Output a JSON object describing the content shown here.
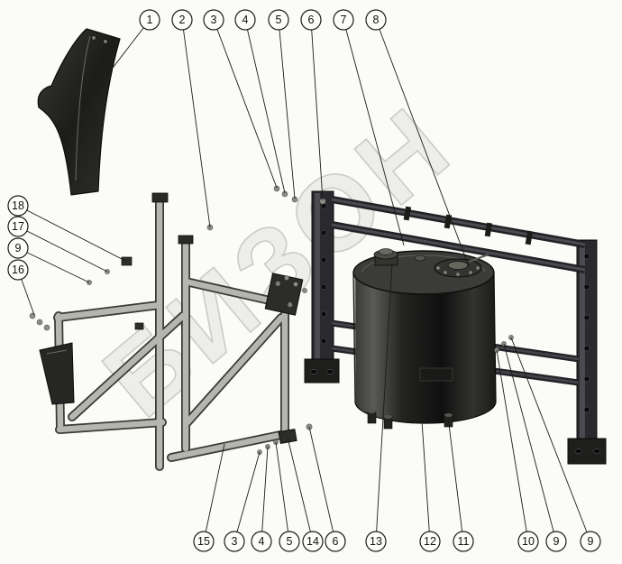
{
  "watermark": {
    "text": "БИЗОН"
  },
  "callouts": [
    {
      "id": "top-1",
      "label": "1"
    },
    {
      "id": "top-2",
      "label": "2"
    },
    {
      "id": "top-3",
      "label": "3"
    },
    {
      "id": "top-4",
      "label": "4"
    },
    {
      "id": "top-5",
      "label": "5"
    },
    {
      "id": "top-6",
      "label": "6"
    },
    {
      "id": "top-7",
      "label": "7"
    },
    {
      "id": "top-8",
      "label": "8"
    },
    {
      "id": "left-18",
      "label": "18"
    },
    {
      "id": "left-17",
      "label": "17"
    },
    {
      "id": "left-9",
      "label": "9"
    },
    {
      "id": "left-16",
      "label": "16"
    },
    {
      "id": "bottom-15",
      "label": "15"
    },
    {
      "id": "bottom-3",
      "label": "3"
    },
    {
      "id": "bottom-4",
      "label": "4"
    },
    {
      "id": "bottom-5",
      "label": "5"
    },
    {
      "id": "bottom-14",
      "label": "14"
    },
    {
      "id": "bottom-6",
      "label": "6"
    },
    {
      "id": "bottom-13",
      "label": "13"
    },
    {
      "id": "bottom-12",
      "label": "12"
    },
    {
      "id": "bottom-11",
      "label": "11"
    },
    {
      "id": "bottom-10",
      "label": "10"
    },
    {
      "id": "bottom-9a",
      "label": "9"
    },
    {
      "id": "bottom-9b",
      "label": "9"
    }
  ]
}
